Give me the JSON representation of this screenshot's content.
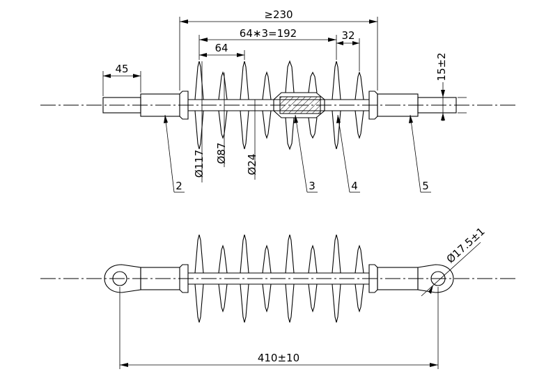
{
  "top_view": {
    "dimensions": {
      "overall": "≥230",
      "pitch": "64∗3=192",
      "sheath_spacing": "64",
      "end_spacing": "32",
      "fitting_length": "45",
      "rod_diameter": "15±2",
      "shed_large": "Ø117",
      "shed_small": "Ø87",
      "core": "Ø24"
    },
    "parts": [
      "2",
      "3",
      "4",
      "5"
    ]
  },
  "bottom_view": {
    "dimensions": {
      "length": "410±10",
      "eye_hole": "Ø17.5±1"
    }
  }
}
